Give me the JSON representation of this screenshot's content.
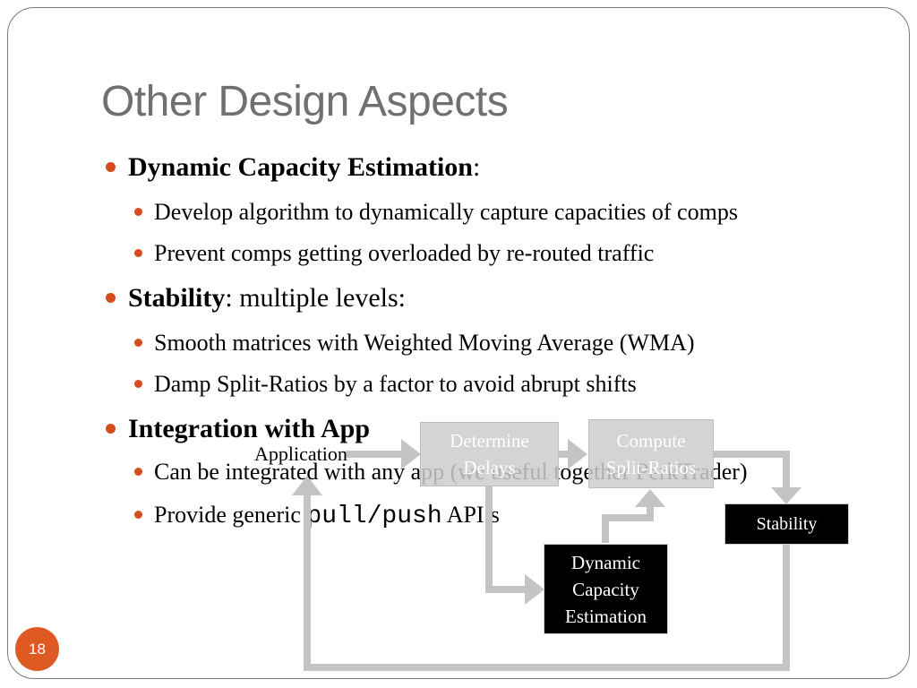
{
  "slide": {
    "title": "Other Design Aspects",
    "page_number": "18",
    "accent_color": "#d64c1f"
  },
  "bullets": [
    {
      "bold": "Dynamic Capacity Estimation",
      "rest": ":",
      "sub": [
        "Develop algorithm to dynamically capture capacities of comps",
        "Prevent comps getting overloaded by re-routed traffic"
      ]
    },
    {
      "bold": "Stability",
      "rest": ": multiple levels:",
      "sub": [
        "Smooth matrices with Weighted Moving Average (WMA)",
        "Damp Split-Ratios by a factor to avoid abrupt shifts"
      ]
    },
    {
      "bold": "Integration with App",
      "sub_integrated": "Can be integrated with any app (we useful together PerkTrader)",
      "sub_generic_pre": "Provide generic ",
      "sub_generic_code": "pull/push",
      "sub_generic_post": " API’s"
    }
  ],
  "diagram": {
    "application_label": "Application",
    "determine_delays": [
      "Determine",
      "Delays"
    ],
    "compute_split_ratios": [
      "Compute",
      "Split-Ratios"
    ],
    "stability": "Stability",
    "dynamic_capacity": [
      "Dynamic",
      "Capacity",
      "Estimation"
    ],
    "arrow_color": "#c4c4c4"
  }
}
